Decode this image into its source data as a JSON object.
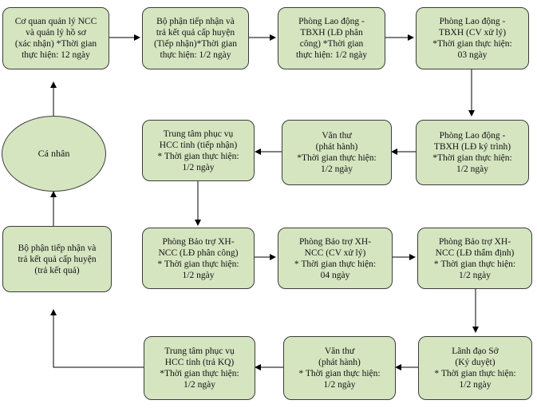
{
  "colors": {
    "box_fill": "#d5e5c0",
    "border": "#3c3c3c",
    "arrow": "#000000"
  },
  "nodes": {
    "ncc": {
      "lines": [
        "Cơ quan quản lý NCC",
        "và quản lý hồ sơ",
        "(xác nhận) *Thời gian",
        "thực hiện:  12 ngày"
      ]
    },
    "receive1": {
      "lines": [
        "Bộ phận tiếp nhận và",
        "trả kết quả cấp huyện",
        "(Tiếp nhận)*Thời gian",
        "thực hiện:  1/2 ngày"
      ]
    },
    "ldtb_pc": {
      "lines": [
        "Phòng Lao động -",
        "TBXH (LĐ phân",
        "công) *Thời gian",
        "thực hiện: 1/2 ngày"
      ]
    },
    "ldtb_cv": {
      "lines": [
        "Phòng Lao động -",
        "TBXH (CV xử lý)",
        "*Thời gian thực hiện:",
        "03 ngày"
      ]
    },
    "canhan": {
      "lines": [
        "Cá nhân"
      ]
    },
    "hcc1": {
      "lines": [
        "Trung tâm phục vụ",
        "HCC tỉnh (tiếp nhận)",
        "* Thời gian thực hiện:",
        "1/2 ngày"
      ]
    },
    "vanthu1": {
      "lines": [
        "Văn thư",
        "(phát hành)",
        "*Thời gian thực hiện:",
        "1/2 ngày"
      ]
    },
    "ldtb_ky": {
      "lines": [
        "Phòng Lao động -",
        "TBXH (LĐ ký trình)",
        "*Thời gian thực hiện:",
        "1/2 ngày"
      ]
    },
    "receive2": {
      "lines": [
        "Bộ phận tiếp nhận và",
        "trả kết quả cấp huyện",
        "(trả kết quả)"
      ]
    },
    "btxh_pc": {
      "lines": [
        "Phòng Bảo trợ XH-",
        "NCC (LĐ phân công)",
        "* Thời gian thực hiện:",
        "1/2 ngày"
      ]
    },
    "btxh_cv": {
      "lines": [
        "Phòng Bảo trợ XH-",
        "NCC (CV xử lý)",
        "* Thời gian thực hiện:",
        "04  ngày"
      ]
    },
    "btxh_td": {
      "lines": [
        "Phòng Bảo trợ XH-",
        "NCC (LĐ thẩm định)",
        "* Thời gian thực hiện:",
        "1/2 ngày"
      ]
    },
    "hcc2": {
      "lines": [
        "Trung tâm phục vụ",
        "HCC tỉnh (trả KQ)",
        "*Thời gian thực hiện:",
        "1/2 ngày"
      ]
    },
    "vanthu2": {
      "lines": [
        "Văn thư",
        "(phát hành)",
        "* Thời gian thực hiện:",
        "1/2 ngày"
      ]
    },
    "lanhdao": {
      "lines": [
        "Lãnh đạo Sở",
        "(Ký duyệt)",
        "* Thời gian thực hiện:",
        "1/2 ngày"
      ]
    }
  }
}
